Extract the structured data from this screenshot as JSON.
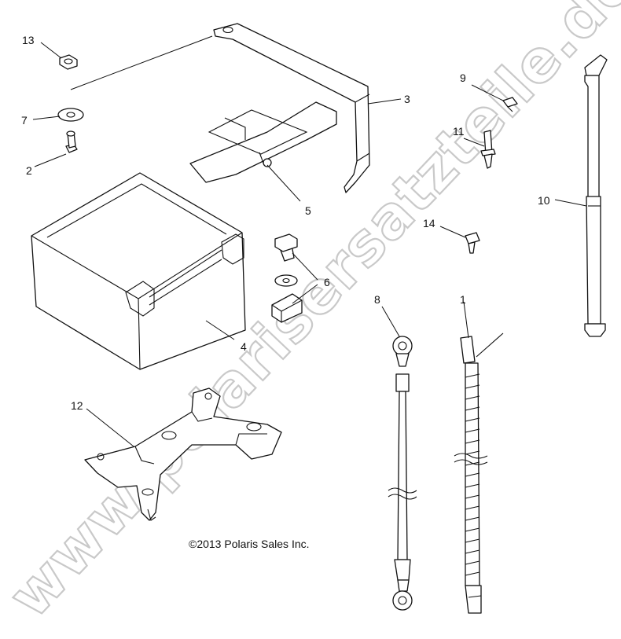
{
  "diagram": {
    "watermark": "www.polarisersatzteile.de",
    "copyright": "©2013 Polaris Sales Inc.",
    "callouts": {
      "c1": "1",
      "c2": "2",
      "c3": "3",
      "c4": "4",
      "c5": "5",
      "c6": "6",
      "c7": "7",
      "c8": "8",
      "c9": "9",
      "c10": "10",
      "c11": "11",
      "c12": "12",
      "c13": "13",
      "c14": "14"
    },
    "colors": {
      "line": "#111111",
      "watermark_outline": "#c9c9c9",
      "background": "#ffffff"
    }
  }
}
